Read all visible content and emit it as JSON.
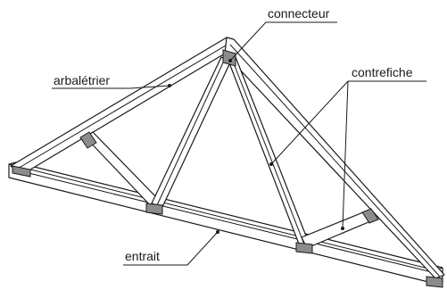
{
  "labels": {
    "connector": "connecteur",
    "rafter": "arbalétrier",
    "strut": "contrefiche",
    "tie_beam": "entrait"
  },
  "colors": {
    "line": "#1a1a1a",
    "connector_plate": "#8c8c8c",
    "background": "#ffffff"
  }
}
